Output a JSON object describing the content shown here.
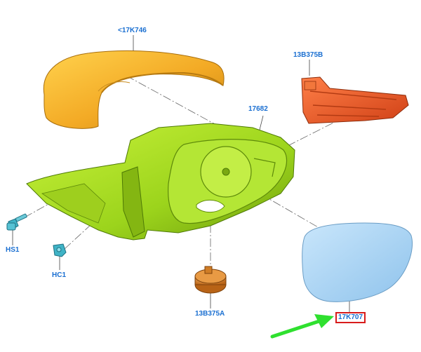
{
  "parts": [
    {
      "id": "cover",
      "label": "<17K746"
    },
    {
      "id": "bracket",
      "label": "13B375B"
    },
    {
      "id": "housing",
      "label": "17682"
    },
    {
      "id": "screw",
      "label": "HS1"
    },
    {
      "id": "clip",
      "label": "HC1"
    },
    {
      "id": "motor",
      "label": "13B375A"
    },
    {
      "id": "glass",
      "label": "17K707",
      "highlighted": true
    }
  ],
  "colors": {
    "label_text": "#1a6fd1",
    "highlight_box": "#d81c1c",
    "pointer_arrow": "#2fe02f",
    "cover": "#f2a825",
    "bracket": "#ea5b24",
    "housing": "#9bd81c",
    "glass": "#a9d3f2",
    "fasteners": "#3fb3c6",
    "motor": "#e08a2a"
  }
}
